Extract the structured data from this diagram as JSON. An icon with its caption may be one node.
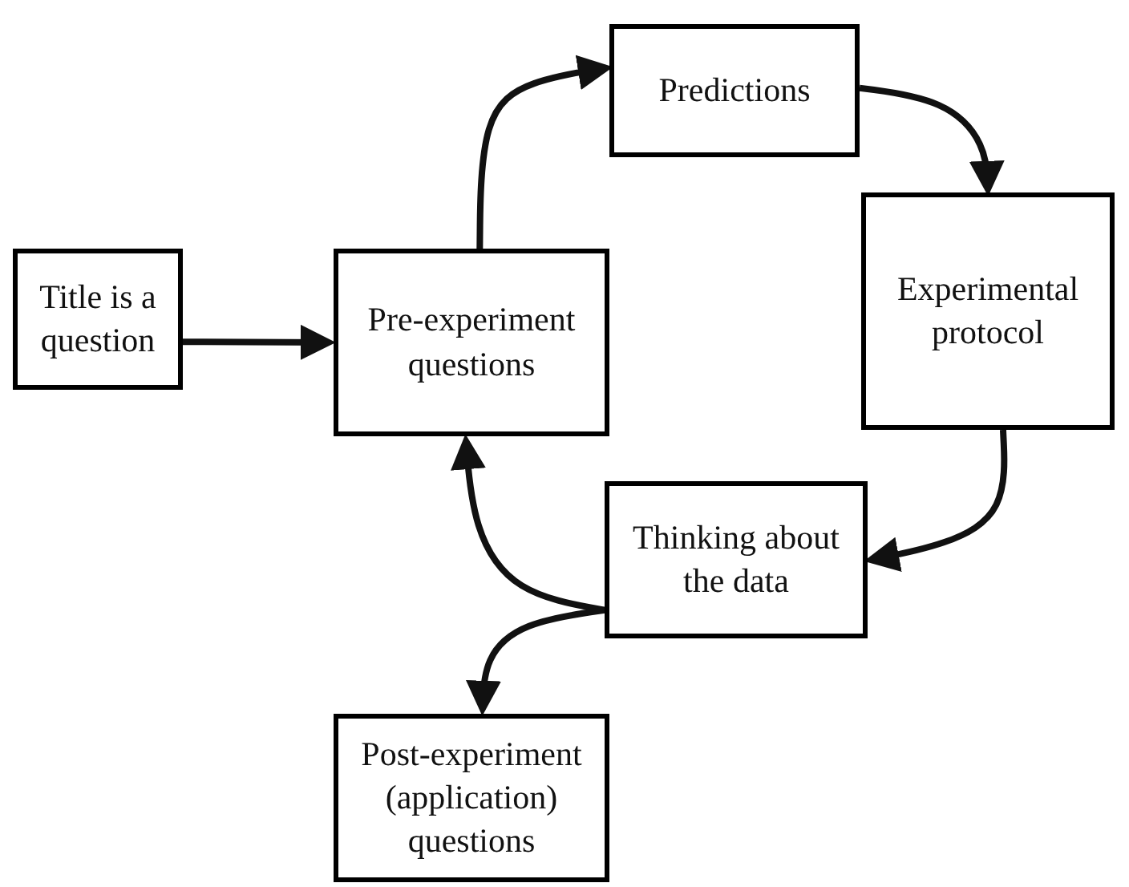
{
  "diagram": {
    "nodes": [
      {
        "text": [
          "Title is a question"
        ]
      },
      {
        "text": [
          "Pre-experiment questions"
        ]
      },
      {
        "text": [
          "Predictions"
        ]
      },
      {
        "text": [
          "Experimental protocol"
        ]
      },
      {
        "text": [
          "Thinking about the data"
        ]
      },
      {
        "text": [
          "Post-experiment (application) questions"
        ]
      }
    ],
    "edges": [
      {
        "from": 0,
        "to": 1,
        "arrow": "to"
      },
      {
        "from": 1,
        "to": 2,
        "arrow": "to"
      },
      {
        "from": 2,
        "to": 3,
        "arrow": "to"
      },
      {
        "from": 3,
        "to": 4,
        "arrow": "to"
      },
      {
        "from": 4,
        "to": 1,
        "arrow": "to"
      },
      {
        "from": 4,
        "to": 5,
        "arrow": "to"
      }
    ]
  }
}
